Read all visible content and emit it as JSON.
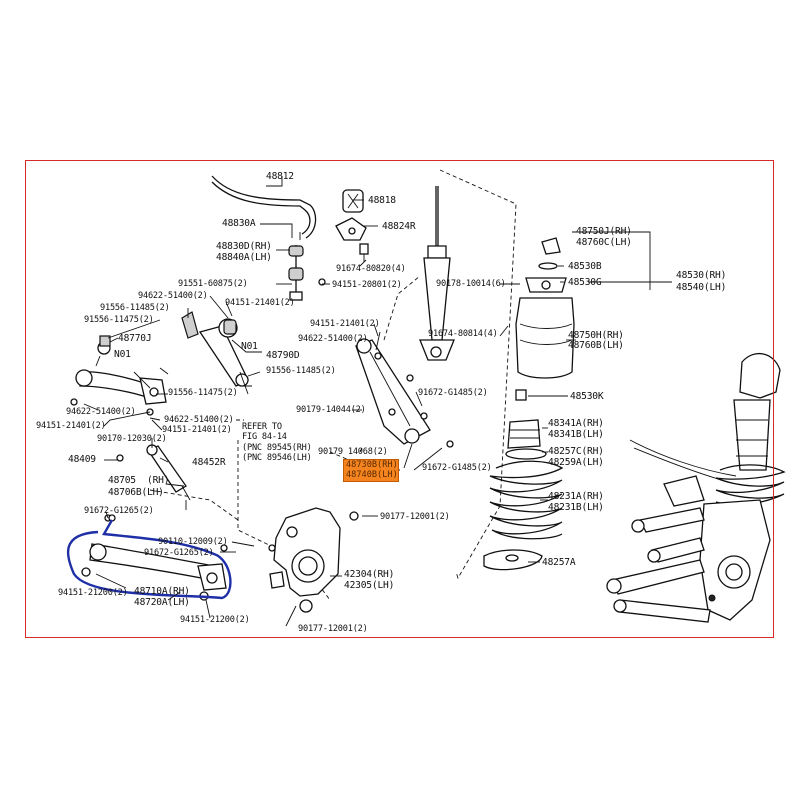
{
  "frame_color": "#d62a2a",
  "highlight_color": "#f5841f",
  "circle_color": "#1f2fa8",
  "refer_note": [
    "REFER TO",
    "FIG 84-14",
    "(PNC 89545(RH)",
    "(PNC 89546(LH)"
  ],
  "highlight_labels": [
    "48730B(RH)",
    "48740B(LH)"
  ],
  "labels": [
    {
      "id": "48812",
      "text": "48812"
    },
    {
      "id": "48818",
      "text": "48818"
    },
    {
      "id": "48824R",
      "text": "48824R"
    },
    {
      "id": "48830A",
      "text": "48830A"
    },
    {
      "id": "48830D",
      "text": "48830D(RH)"
    },
    {
      "id": "48840A",
      "text": "48840A(LH)"
    },
    {
      "id": "91674-80820",
      "text": "91674-80820(4)"
    },
    {
      "id": "91551-60875",
      "text": "91551-60875(2)"
    },
    {
      "id": "94151-20801",
      "text": "94151-20801(2)"
    },
    {
      "id": "94622-51400-a",
      "text": "94622-51400(2)"
    },
    {
      "id": "94151-21401-a",
      "text": "94151-21401(2)"
    },
    {
      "id": "91556-11485-a",
      "text": "91556-11485(2)"
    },
    {
      "id": "91556-11475-a",
      "text": "91556-11475(2)"
    },
    {
      "id": "48770J",
      "text": "48770J"
    },
    {
      "id": "N01-a",
      "text": "N01"
    },
    {
      "id": "N01-b",
      "text": "N01"
    },
    {
      "id": "48790D",
      "text": "48790D"
    },
    {
      "id": "91556-11475-b",
      "text": "91556-11475(2)"
    },
    {
      "id": "91556-11485-b",
      "text": "91556-11485(2)"
    },
    {
      "id": "94151-21401-b",
      "text": "94151-21401(2)"
    },
    {
      "id": "94622-51400-b",
      "text": "94622-51400(2)"
    },
    {
      "id": "94622-51400-c",
      "text": "94622-51400(2)"
    },
    {
      "id": "94622-51400-d",
      "text": "94622-51400(2)"
    },
    {
      "id": "94151-21401-c",
      "text": "94151-21401(2)"
    },
    {
      "id": "94151-21401-d",
      "text": "94151-21401(2)"
    },
    {
      "id": "90170-12030",
      "text": "90170-12030(2)"
    },
    {
      "id": "48409",
      "text": "48409"
    },
    {
      "id": "48452R",
      "text": "48452R"
    },
    {
      "id": "48705",
      "text": "48705  (RH)"
    },
    {
      "id": "48706B",
      "text": "48706B(LH)"
    },
    {
      "id": "91672-G1265-a",
      "text": "91672-G1265(2)"
    },
    {
      "id": "90179-14044",
      "text": "90179-14044(2)"
    },
    {
      "id": "90179-14068",
      "text": "90179 14068(2)"
    },
    {
      "id": "91672-G1485-a",
      "text": "91672-G1485(2)"
    },
    {
      "id": "91672-G1485-b",
      "text": "91672-G1485(2)"
    },
    {
      "id": "91674-80814",
      "text": "91674-80814(4)"
    },
    {
      "id": "90178-10014",
      "text": "90178-10014(6)"
    },
    {
      "id": "48750J",
      "text": "48750J(RH)"
    },
    {
      "id": "48760C",
      "text": "48760C(LH)"
    },
    {
      "id": "48530B",
      "text": "48530B"
    },
    {
      "id": "48530G",
      "text": "48530G"
    },
    {
      "id": "48530RH",
      "text": "48530(RH)"
    },
    {
      "id": "48540LH",
      "text": "48540(LH)"
    },
    {
      "id": "48750H",
      "text": "48750H(RH)"
    },
    {
      "id": "48760B",
      "text": "48760B(LH)"
    },
    {
      "id": "48530K",
      "text": "48530K"
    },
    {
      "id": "48341A",
      "text": "48341A(RH)"
    },
    {
      "id": "48341B",
      "text": "48341B(LH)"
    },
    {
      "id": "48257C",
      "text": "48257C(RH)"
    },
    {
      "id": "48259A",
      "text": "48259A(LH)"
    },
    {
      "id": "48231A",
      "text": "48231A(RH)"
    },
    {
      "id": "48231B",
      "text": "48231B(LH)"
    },
    {
      "id": "48257A",
      "text": "48257A"
    },
    {
      "id": "90177-12001-a",
      "text": "90177-12001(2)"
    },
    {
      "id": "90177-12001-b",
      "text": "90177-12001(2)"
    },
    {
      "id": "90110-12009",
      "text": "90110-12009(2)"
    },
    {
      "id": "91672-G1265-b",
      "text": "91672-G1265(2)"
    },
    {
      "id": "42304",
      "text": "42304(RH)"
    },
    {
      "id": "42305",
      "text": "42305(LH)"
    },
    {
      "id": "94151-21200-a",
      "text": "94151-21200(2)"
    },
    {
      "id": "94151-21200-b",
      "text": "94151-21200(2)"
    },
    {
      "id": "48710A",
      "text": "48710A(RH)"
    },
    {
      "id": "48720A",
      "text": "48720A(LH)"
    }
  ]
}
